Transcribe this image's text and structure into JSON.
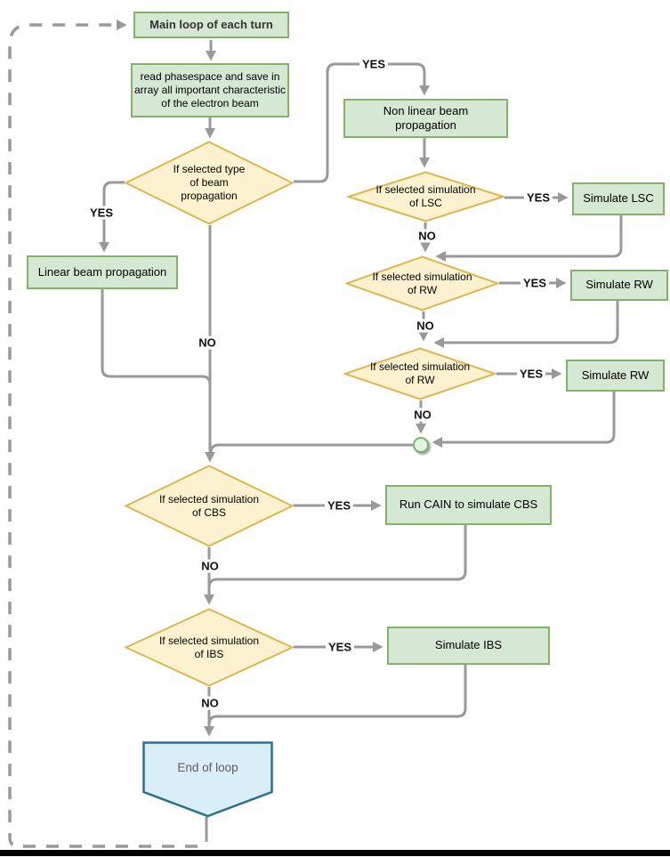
{
  "flowchart": {
    "nodes": {
      "main_loop": {
        "label": "Main loop of each turn"
      },
      "read_phasespace": {
        "label": "read phasespace and save in\narray all important characteristic\nof the electron beam"
      },
      "beam_type_decision": {
        "label": "If selected type\nof beam\npropagation"
      },
      "linear_propagation": {
        "label": "Linear beam propagation"
      },
      "nonlinear_propagation": {
        "label": "Non linear beam\npropagation"
      },
      "lsc_decision": {
        "label": "If selected simulation\nof LSC"
      },
      "simulate_lsc": {
        "label": "Simulate LSC"
      },
      "rw_decision_1": {
        "label": "If selected simulation\nof RW"
      },
      "simulate_rw_1": {
        "label": "Simulate RW"
      },
      "rw_decision_2": {
        "label": "If selected simulation\nof RW"
      },
      "simulate_rw_2": {
        "label": "Simulate RW"
      },
      "cbs_decision": {
        "label": "If selected simulation\nof CBS"
      },
      "run_cain": {
        "label": "Run CAIN to simulate CBS"
      },
      "ibs_decision": {
        "label": "If selected simulation\nof IBS"
      },
      "simulate_ibs": {
        "label": "Simulate IBS"
      },
      "end_of_loop": {
        "label": "End of loop"
      }
    },
    "edge_labels": {
      "beam_yes_left": "YES",
      "beam_yes_right": "YES",
      "beam_no": "NO",
      "lsc_yes": "YES",
      "lsc_no": "NO",
      "rw1_yes": "YES",
      "rw1_no": "NO",
      "rw2_yes": "YES",
      "rw2_no": "NO",
      "cbs_yes": "YES",
      "cbs_no": "NO",
      "ibs_yes": "YES",
      "ibs_no": "NO"
    },
    "colors": {
      "process_fill": "#d5e8d4",
      "process_stroke": "#82b366",
      "decision_fill": "#fdf2cf",
      "decision_stroke": "#ddb64f",
      "terminal_fill": "#daeef9",
      "terminal_stroke": "#29718f",
      "terminal_text": "#5c5c5c",
      "connector_node_fill": "#e5f2e1",
      "connector_node_stroke": "#72b572",
      "line_color": "#999999",
      "label_color": "#111111"
    }
  }
}
